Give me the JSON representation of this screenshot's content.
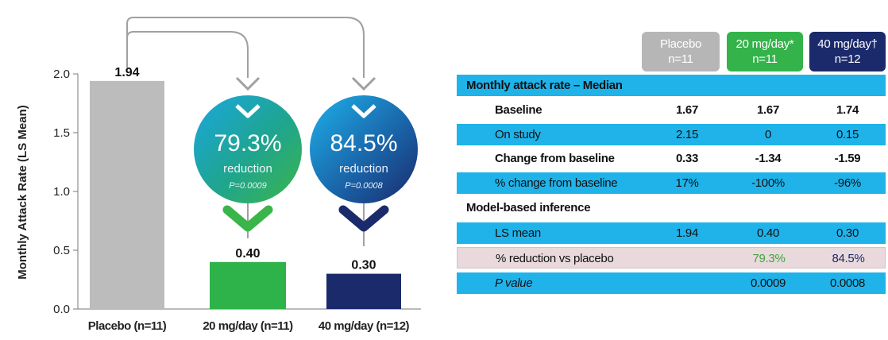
{
  "chart_data": {
    "type": "bar",
    "categories": [
      "Placebo (n=11)",
      "20 mg/day (n=11)",
      "40 mg/day (n=12)"
    ],
    "values": [
      1.94,
      0.4,
      0.3
    ],
    "value_labels": [
      "1.94",
      "0.40",
      "0.30"
    ],
    "colors": [
      "#bdbcbc",
      "#2eb34a",
      "#1b2a6b"
    ],
    "ylabel": "Monthly Attack Rate (LS Mean)",
    "ylim": [
      0,
      2.0
    ],
    "yticks": [
      "0.0",
      "0.5",
      "1.0",
      "1.5",
      "2.0"
    ],
    "reductions": [
      {
        "percent": "79.3%",
        "word": "reduction",
        "pvalue": "P=0.0009"
      },
      {
        "percent": "84.5%",
        "word": "reduction",
        "pvalue": "P=0.0008"
      }
    ]
  },
  "table": {
    "headers": [
      {
        "line1": "Placebo",
        "line2": "n=11",
        "color": "#b6b6b6"
      },
      {
        "line1": "20 mg/day*",
        "line2": "n=11",
        "color": "#33b34a"
      },
      {
        "line1": "40 mg/day†",
        "line2": "n=12",
        "color": "#1b2a6b"
      }
    ],
    "sections": [
      {
        "title": "Monthly attack rate – Median",
        "bg": "blue"
      },
      {
        "title": "Model-based inference",
        "bg": "white"
      }
    ],
    "rows": [
      {
        "label": "Baseline",
        "v1": "1.67",
        "v2": "1.67",
        "v3": "1.74",
        "bold": true,
        "bg": "white"
      },
      {
        "label": "On study",
        "v1": "2.15",
        "v2": "0",
        "v3": "0.15",
        "bold": false,
        "bg": "blue"
      },
      {
        "label": "Change from baseline",
        "v1": "0.33",
        "v2": "-1.34",
        "v3": "-1.59",
        "bold": true,
        "bg": "white"
      },
      {
        "label": "% change from baseline",
        "v1": "17%",
        "v2": "-100%",
        "v3": "-96%",
        "bold": false,
        "bg": "blue"
      },
      {
        "label": "LS mean",
        "v1": "1.94",
        "v2": "0.40",
        "v3": "0.30",
        "bold": false,
        "bg": "blue"
      },
      {
        "label": "% reduction vs placebo",
        "v1": "",
        "v2": "79.3%",
        "v3": "84.5%",
        "bold": false,
        "bg": "pink"
      },
      {
        "label": "P value",
        "v1": "",
        "v2": "0.0009",
        "v3": "0.0008",
        "bold": false,
        "bg": "blue"
      }
    ],
    "accent_colors": {
      "green": "#3aa63a",
      "navy": "#1b2a6b"
    }
  }
}
